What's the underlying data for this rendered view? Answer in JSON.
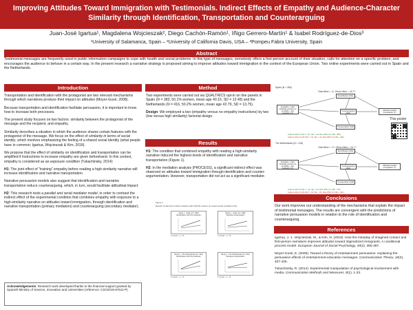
{
  "title": {
    "line1": "Improving Attitudes Toward Immigration with Testimonials. Indirect Effects of Empathy and Audience-Character",
    "line2": "Similarity through Identification, Transportation and Counterarguing"
  },
  "authors": "Juan-José Igartua¹, Magdalena Wojcieszak², Diego Cachón-Ramón¹, Iñigo Gerrero-Martín¹ & Isabel Rodríguez-de-Dios³",
  "affiliations": "¹University of Salamanca, Spain – ²University of California Davis, USA – ³Pompeu Fabra University, Spain",
  "abstract": {
    "heading": "Abstract",
    "text": "Testimonial messages are frequently used in public information campaigns to cope with health and social problems. In this type of messages, somebody offers a first-person account of their situation, calls for attention on a specific problem, and encourages the audience to behave in a certain way. In the present research a narrative strategy is proposed aiming to improve attitudes toward immigration in the context of the European Union. Two online experiments were carried out in Spain and the Netherlands."
  },
  "introduction": {
    "heading": "Introduction",
    "p1": "Transportation and identification with the protagonist are two relevant mechanisms through which narratives produce their impact on attitudes (Moyer-Gusé, 2008).",
    "p2": "Because transportation and identification facilitate persuasion, it is important to know how to increase both processes.",
    "p3": "The present study focuses on two factors: similarity between the protagonist of the message and the recipient, and empathy.",
    "p4a": "Similarity describes a situation in which the audience shares certain features with the protagonist of the message. We focus on the effect of ",
    "p4i": "similarity in terms of social identity",
    "p4b": ", which involves emphasizing the feeling of a shared social identity (what people have in common; Igartua, Wojcieszak & Kim, 2018).",
    "p5a": "We propose that the effect of similarity on identification and transportation can be amplified if instructions to increase empathy are given beforehand. In this context, empathy is considered as an ",
    "p5i": "exposure condition",
    "p5b": " (Tukachinsky, 2014):",
    "h1_label": "H1",
    "h1_text": ": The joint effect of \"training\" empathy before reading a high-similarity narrative will increase identification and narrative transportation.",
    "p6": "Narrative persuasion models also suggest that identification and narrative transportation reduce counterarguing, which, in turn, would facilitate attitudinal impact:",
    "h2_label": "H2",
    "h2_a": ": This research tests a ",
    "h2_i": "parallel and serial mediator model",
    "h2_b": ", in order to contrast the indirect effect of the experimental condition that combines empathy with exposure to a high-similarity narrative on attitudes toward immigration, through identification and narrative transportation (primary mediators) and counterarguing (secondary mediator).",
    "ack_label": "Acknowledgements",
    "ack_text": ": Research work developed thanks to the financial support granted by Spanish Ministry of Science, Innovation and Universities (reference: CSO2015-67611-P)."
  },
  "method": {
    "heading": "Method",
    "p1a": "Two experiments were carried out via QUALTRICS opt-in on line panels in Spain (",
    "p1n1": "N",
    "p1b": " = 383, 50.1% women, mean age 40.15, SD = 12.48) and the Netherlands (",
    "p1n2": "N",
    "p1c": " = 416, 50.2% women, mean age 42.79, SD = 13.75).",
    "design_label": "Design",
    "design_text": ": We employed a two (empathy versus no empathy instructions) by two (low versus high similarity) factorial design."
  },
  "results": {
    "heading": "Results",
    "h1_label": "H1",
    "h1_text": ": The condition that combined empathy with reading a high-similarity narrative induced the highest levels of identification and narrative transportation (Figure 1).",
    "h2_label": "H2",
    "h2_text": ": In the mediation analysis (PROCESS), a significant indirect effect was observed on attitudes toward immigration through identification and counter-argumentation. However, transportation did not act as a significant mediator.",
    "figure_label": "Figure 1",
    "figure_caption": "Results of planned contrast analysis with ANOVA (means by experimental condition) (H1)",
    "charts": [
      {
        "title": "Study 1 - Spain (N = 383)",
        "subtitle": "Identification with the character"
      },
      {
        "title": "Study 1 - Spain (N = 383)",
        "subtitle": "Narrative transportation"
      },
      {
        "title": "Study 2 - The Netherlands (N = 416)",
        "subtitle": "Identification with the character"
      },
      {
        "title": "Study 2 - The Netherlands (N = 416)",
        "subtitle": "Narrative transportation"
      }
    ]
  },
  "diagrams": {
    "spain": {
      "label": "Spain (N = 383)",
      "total_effect": "Total effect = .11, Direct effect = .06 ***",
      "x_node": "Empathy + high similarity (versus no empathy + low similarity) (X)",
      "m1": "Identification (M1)",
      "m2": "Transportation (M2)",
      "m3": "Counterarguing (M3)",
      "y": "Attitudes toward immigration (Y)",
      "ind1": "Indirect effect X-M1-Y: .04, SE = .02, Boot 95% CI [.005, .086]",
      "ind2": "Indirect effect X-M1-M3-Y: .02, SE = .01, Boot 95% CI [.002, .045]"
    },
    "netherlands": {
      "label": "The Netherlands (N = 416)",
      "total_effect": "Total effect = .17 / Direct effect = .04 ***",
      "x_node": "Empathy + high similarity (versus no empathy + low similarity) (X)",
      "m1": "Identification (M1)",
      "m2": "Transportation (M2)",
      "m3": "Counterarguing (M3)",
      "y": "Attitudes toward immigration (Y)",
      "ind1": "Indirect effect X-M1-Y: .04, SE = .02, Boot 95% CI [.005, .079]",
      "ind2": "Indirect effect X-M1-M3-Y: .02, SE = .01, Boot 95% CI [.001, .041]"
    },
    "poster_label": "This poster"
  },
  "conclusions": {
    "heading": "Conclusions",
    "text": "Our work improves our understanding of the mechanisms that explain the impact of testimonial messages. The results are convergent with the predictions of narrative persuasion models in relation to the role of identification and counterarguing."
  },
  "references": {
    "heading": "References",
    "r1a": "Igartua, J. J., Wojcieszak, M., & Kim, N. (2019). How the interplay of imagined contact and first-person narratives improves attitudes toward stigmatized immigrants. A conditional process model. ",
    "r1i": "European Journal of Social Psychology, 49",
    "r1b": "(2), 385-397.",
    "r2a": "Moyer-Gusé, E. (2008). Toward a theory of entertainment persuasion: explaining the persuasive effects of entertainment-education messages. ",
    "r2i": "Communication Theory, 18",
    "r2b": "(3), 407-425.",
    "r3a": "Tukachinsky, R. (2014). Experimental manipulation of psychological involvement with media. ",
    "r3i": "Communication Methods and Measures, 8",
    "r3b": "(1), 1-33."
  },
  "colors": {
    "accent": "#b41f1f",
    "green_text": "#2d8a2d",
    "red_text": "#c0392b"
  }
}
